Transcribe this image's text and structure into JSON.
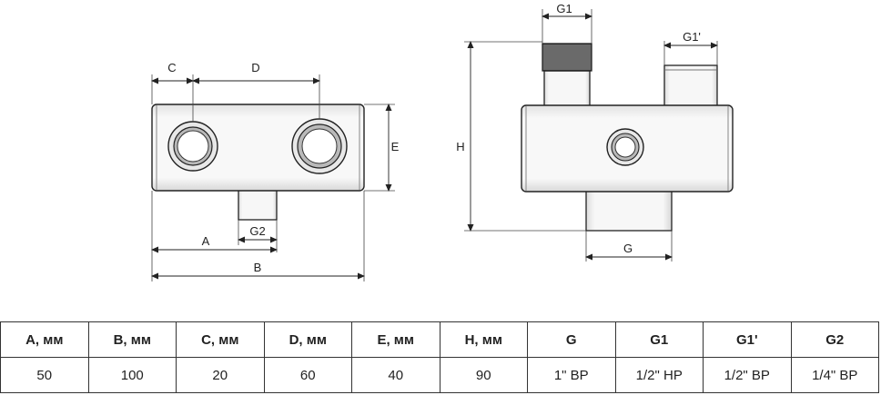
{
  "drawing": {
    "labels": {
      "c": "C",
      "d": "D",
      "e": "E",
      "a": "A",
      "b": "B",
      "g2": "G2",
      "h": "H",
      "g1": "G1",
      "g1_prime": "G1'",
      "g": "G"
    }
  },
  "table": {
    "headers": [
      "A, мм",
      "B, мм",
      "C, мм",
      "D, мм",
      "E, мм",
      "H, мм",
      "G",
      "G1",
      "G1'",
      "G2"
    ],
    "values": [
      "50",
      "100",
      "20",
      "60",
      "40",
      "90",
      "1\" ВР",
      "1/2\" НР",
      "1/2\" ВР",
      "1/4\" ВР"
    ]
  }
}
